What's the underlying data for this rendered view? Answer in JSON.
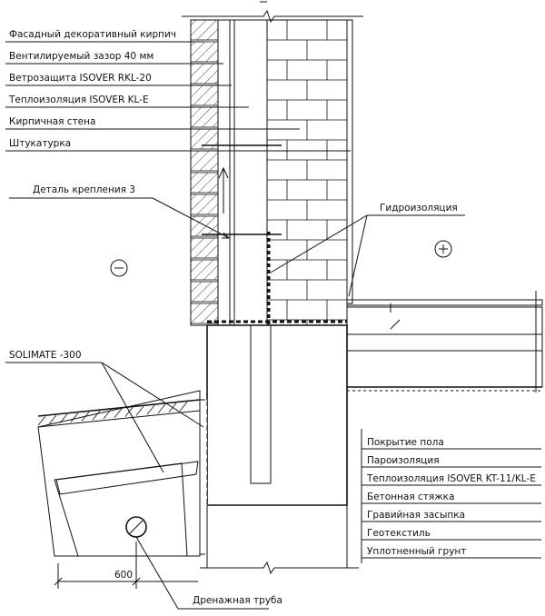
{
  "wall_layers": [
    {
      "label": "Фасадный декоративный кирпич"
    },
    {
      "label": "Вентилируемый зазор 40 мм"
    },
    {
      "label": "Ветрозащита ISOVER RKL-20"
    },
    {
      "label": "Теплоизоляция ISOVER KL-E"
    },
    {
      "label": "Кирпичная стена"
    },
    {
      "label": "Штукатурка"
    }
  ],
  "floor_layers": [
    {
      "label": "Покрытие пола"
    },
    {
      "label": "Пароизоляция"
    },
    {
      "label": "Теплоизоляция ISOVER KT-11/KL-E"
    },
    {
      "label": "Бетонная стяжка"
    },
    {
      "label": "Гравийная засыпка"
    },
    {
      "label": "Геотекстиль"
    },
    {
      "label": "Уплотненный грунт"
    }
  ],
  "callouts": {
    "fastening_detail": "Деталь крепления 3",
    "waterproofing": "Гидроизоляция",
    "solimate": "SOLIMATE -300",
    "drainage_pipe": "Дренажная труба"
  },
  "symbols": {
    "cold_side": "⊖",
    "warm_side": "⊕"
  },
  "dimensions": {
    "drain_offset": "600"
  }
}
